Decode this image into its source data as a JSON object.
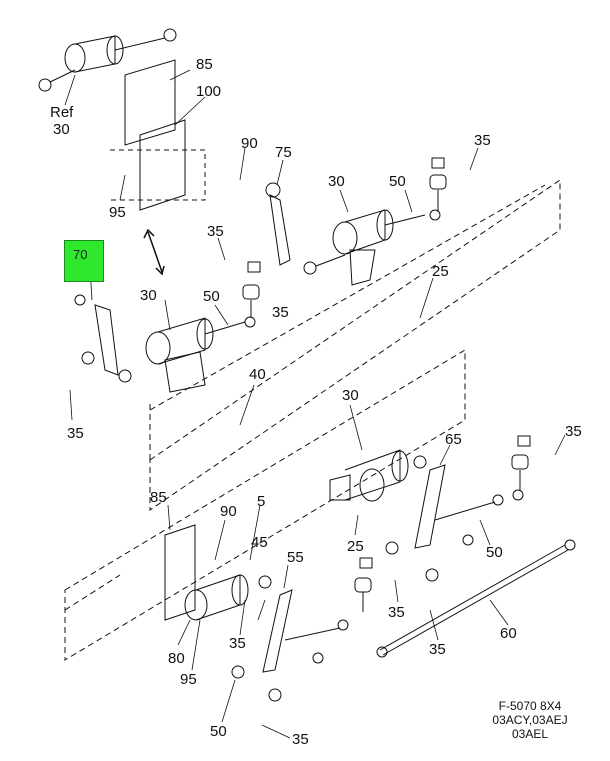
{
  "highlight": {
    "label": "70",
    "color": "#2ee82e"
  },
  "labels": {
    "ref": "Ref",
    "ref_30": "30",
    "l85_top": "85",
    "l100": "100",
    "l90_top": "90",
    "l75": "75",
    "l30_top": "30",
    "l50_top": "50",
    "l35_top_right": "35",
    "l95_top": "95",
    "l35_mid_left": "35",
    "l25": "25",
    "l35_mid": "35",
    "l30_mid": "30",
    "l50_mid": "50",
    "l40": "40",
    "l35_left": "35",
    "l30_lower": "30",
    "l65": "65",
    "l35_right": "35",
    "l85_low": "85",
    "l5": "5",
    "l90_low": "90",
    "l45": "45",
    "l55": "55",
    "l25_low": "25",
    "l50_low_right": "50",
    "l35_low_mid": "35",
    "l35_low_left": "35",
    "l80": "80",
    "l95_low": "95",
    "l60": "60",
    "l35_low_right": "35",
    "l50_bottom": "50",
    "l35_bottom": "35"
  },
  "caption": {
    "line1": "F-5070 8X4",
    "line2": "03ACY,03AEJ",
    "line3": "03AEL"
  }
}
